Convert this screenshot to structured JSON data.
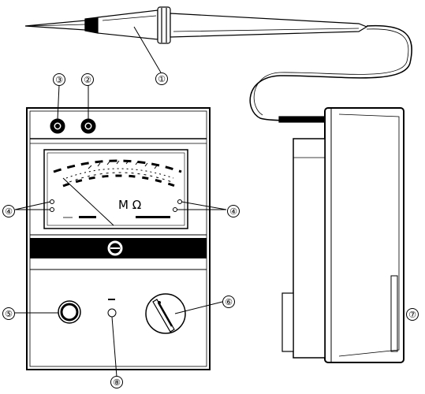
{
  "callouts": [
    {
      "id": "1",
      "label": "①"
    },
    {
      "id": "2",
      "label": "②"
    },
    {
      "id": "3",
      "label": "③"
    },
    {
      "id": "4a",
      "label": "④"
    },
    {
      "id": "4b",
      "label": "④"
    },
    {
      "id": "5",
      "label": "⑤"
    },
    {
      "id": "6",
      "label": "⑥"
    },
    {
      "id": "7",
      "label": "⑦"
    },
    {
      "id": "8",
      "label": "⑧"
    }
  ],
  "meter": {
    "unit_label": "M Ω"
  },
  "colors": {
    "line": "#000000",
    "background": "#ffffff",
    "panel_band": "#000000"
  }
}
